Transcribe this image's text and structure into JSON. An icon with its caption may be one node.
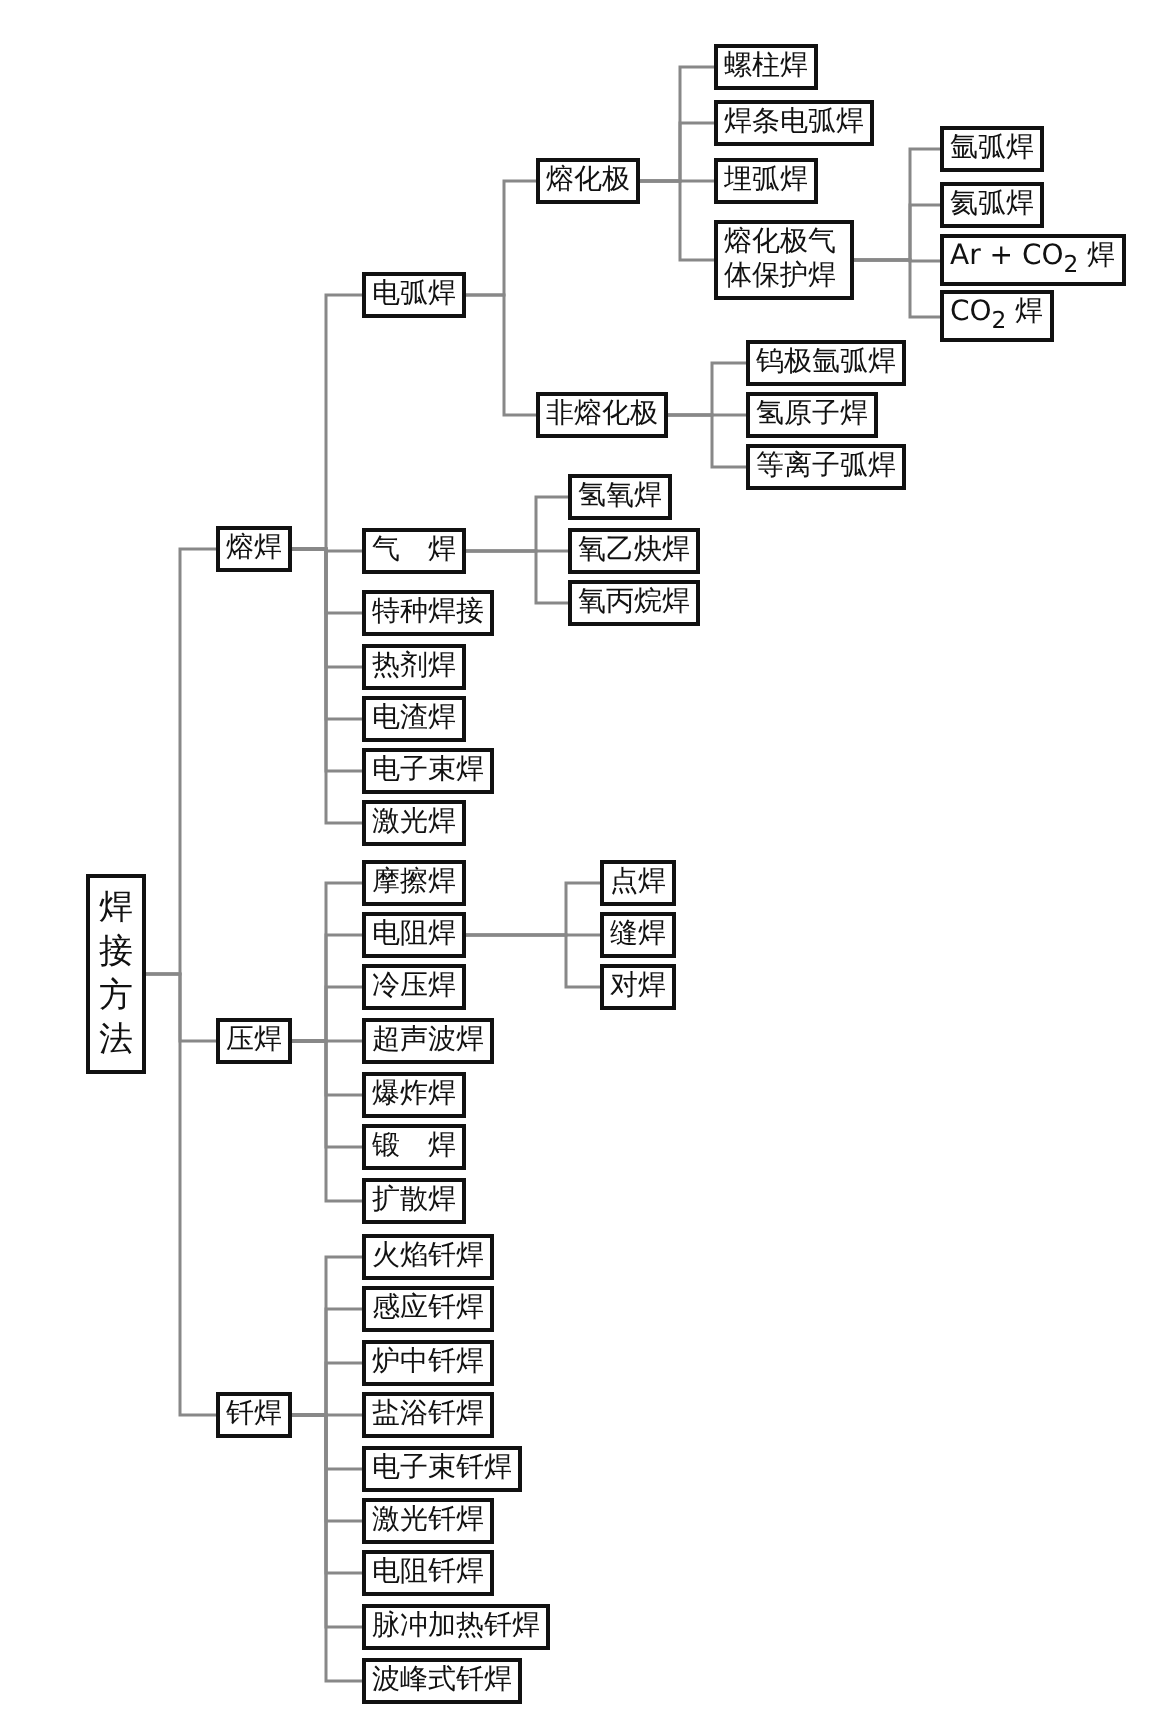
{
  "diagram": {
    "nodes": [
      {
        "text": [
          "焊接方法"
        ]
      },
      {
        "text": [
          "熔焊"
        ]
      },
      {
        "text": [
          "电弧焊"
        ]
      },
      {
        "text": [
          "熔化极"
        ]
      },
      {
        "text": [
          "螺柱焊"
        ]
      },
      {
        "text": [
          "焊条电弧焊"
        ]
      },
      {
        "text": [
          "埋弧焊"
        ]
      },
      {
        "text": [
          "熔化极气体保护焊"
        ]
      },
      {
        "text": [
          "氩弧焊"
        ]
      },
      {
        "text": [
          "氦弧焊"
        ]
      },
      {
        "text": [
          "Ar + CO$_{2}$ 焊"
        ]
      },
      {
        "text": [
          "CO$_{2}$ 焊"
        ]
      },
      {
        "text": [
          "非熔化极"
        ]
      },
      {
        "text": [
          "钨极氩弧焊"
        ]
      },
      {
        "text": [
          "氢原子焊"
        ]
      },
      {
        "text": [
          "等离子弧焊"
        ]
      },
      {
        "text": [
          "气　焊"
        ]
      },
      {
        "text": [
          "氢氧焊"
        ]
      },
      {
        "text": [
          "氧乙炔焊"
        ]
      },
      {
        "text": [
          "氧丙烷焊"
        ]
      },
      {
        "text": [
          "特种焊接"
        ]
      },
      {
        "text": [
          "热剂焊"
        ]
      },
      {
        "text": [
          "电渣焊"
        ]
      },
      {
        "text": [
          "电子束焊"
        ]
      },
      {
        "text": [
          "激光焊"
        ]
      },
      {
        "text": [
          "压焊"
        ]
      },
      {
        "text": [
          "摩擦焊"
        ]
      },
      {
        "text": [
          "电阻焊"
        ]
      },
      {
        "text": [
          "点焊"
        ]
      },
      {
        "text": [
          "缝焊"
        ]
      },
      {
        "text": [
          "对焊"
        ]
      },
      {
        "text": [
          "冷压焊"
        ]
      },
      {
        "text": [
          "超声波焊"
        ]
      },
      {
        "text": [
          "爆炸焊"
        ]
      },
      {
        "text": [
          "锻　焊"
        ]
      },
      {
        "text": [
          "扩散焊"
        ]
      },
      {
        "text": [
          "钎焊"
        ]
      },
      {
        "text": [
          "火焰钎焊"
        ]
      },
      {
        "text": [
          "感应钎焊"
        ]
      },
      {
        "text": [
          "炉中钎焊"
        ]
      },
      {
        "text": [
          "盐浴钎焊"
        ]
      },
      {
        "text": [
          "电子束钎焊"
        ]
      },
      {
        "text": [
          "激光钎焊"
        ]
      },
      {
        "text": [
          "电阻钎焊"
        ]
      },
      {
        "text": [
          "脉冲加热钎焊"
        ]
      },
      {
        "text": [
          "波峰式钎焊"
        ]
      }
    ],
    "edges": [
      {
        "from": 0,
        "to": 1,
        "arrow": "none"
      },
      {
        "from": 0,
        "to": 25,
        "arrow": "none"
      },
      {
        "from": 0,
        "to": 36,
        "arrow": "none"
      },
      {
        "from": 1,
        "to": 2,
        "arrow": "none"
      },
      {
        "from": 1,
        "to": 16,
        "arrow": "none"
      },
      {
        "from": 1,
        "to": 20,
        "arrow": "none"
      },
      {
        "from": 1,
        "to": 21,
        "arrow": "none"
      },
      {
        "from": 1,
        "to": 22,
        "arrow": "none"
      },
      {
        "from": 1,
        "to": 23,
        "arrow": "none"
      },
      {
        "from": 1,
        "to": 24,
        "arrow": "none"
      },
      {
        "from": 2,
        "to": 3,
        "arrow": "none"
      },
      {
        "from": 2,
        "to": 12,
        "arrow": "none"
      },
      {
        "from": 3,
        "to": 4,
        "arrow": "none"
      },
      {
        "from": 3,
        "to": 5,
        "arrow": "none"
      },
      {
        "from": 3,
        "to": 6,
        "arrow": "none"
      },
      {
        "from": 3,
        "to": 7,
        "arrow": "none"
      },
      {
        "from": 7,
        "to": 8,
        "arrow": "none"
      },
      {
        "from": 7,
        "to": 9,
        "arrow": "none"
      },
      {
        "from": 7,
        "to": 10,
        "arrow": "none"
      },
      {
        "from": 7,
        "to": 11,
        "arrow": "none"
      },
      {
        "from": 12,
        "to": 13,
        "arrow": "none"
      },
      {
        "from": 12,
        "to": 14,
        "arrow": "none"
      },
      {
        "from": 12,
        "to": 15,
        "arrow": "none"
      },
      {
        "from": 16,
        "to": 17,
        "arrow": "none"
      },
      {
        "from": 16,
        "to": 18,
        "arrow": "none"
      },
      {
        "from": 16,
        "to": 19,
        "arrow": "none"
      },
      {
        "from": 25,
        "to": 26,
        "arrow": "none"
      },
      {
        "from": 25,
        "to": 27,
        "arrow": "none"
      },
      {
        "from": 25,
        "to": 31,
        "arrow": "none"
      },
      {
        "from": 25,
        "to": 32,
        "arrow": "none"
      },
      {
        "from": 25,
        "to": 33,
        "arrow": "none"
      },
      {
        "from": 25,
        "to": 34,
        "arrow": "none"
      },
      {
        "from": 25,
        "to": 35,
        "arrow": "none"
      },
      {
        "from": 27,
        "to": 28,
        "arrow": "none"
      },
      {
        "from": 27,
        "to": 29,
        "arrow": "none"
      },
      {
        "from": 27,
        "to": 30,
        "arrow": "none"
      },
      {
        "from": 36,
        "to": 37,
        "arrow": "none"
      },
      {
        "from": 36,
        "to": 38,
        "arrow": "none"
      },
      {
        "from": 36,
        "to": 39,
        "arrow": "none"
      },
      {
        "from": 36,
        "to": 40,
        "arrow": "none"
      },
      {
        "from": 36,
        "to": 41,
        "arrow": "none"
      },
      {
        "from": 36,
        "to": 42,
        "arrow": "none"
      },
      {
        "from": 36,
        "to": 43,
        "arrow": "none"
      },
      {
        "from": 36,
        "to": 44,
        "arrow": "none"
      },
      {
        "from": 36,
        "to": 45,
        "arrow": "none"
      }
    ]
  }
}
